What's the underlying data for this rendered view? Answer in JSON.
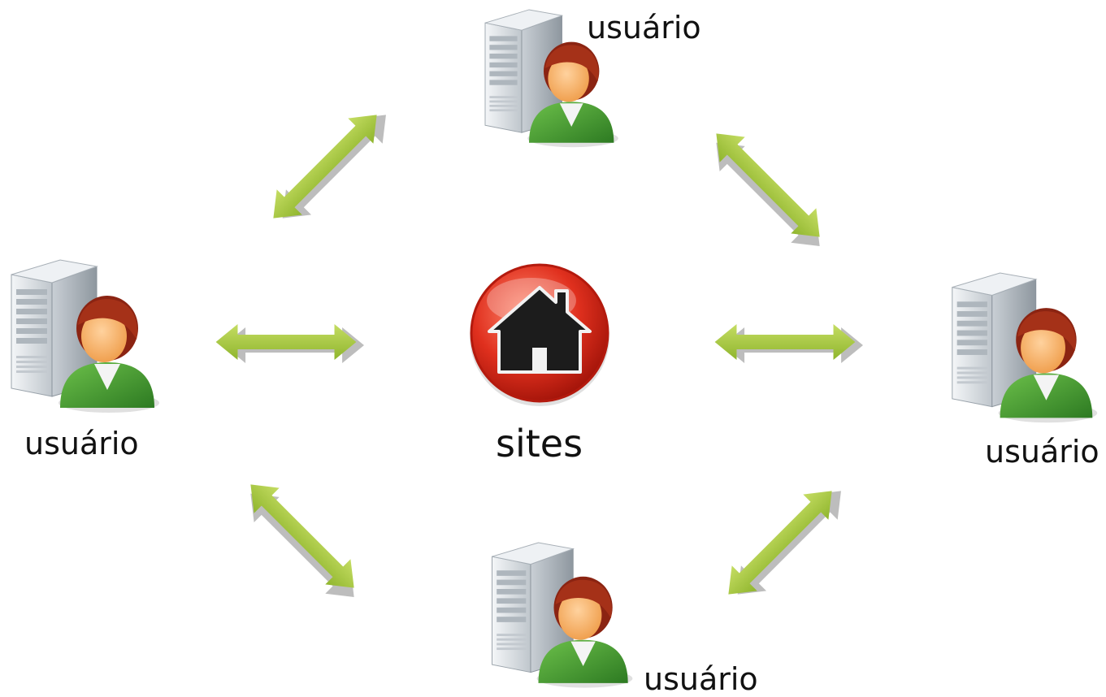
{
  "diagram": {
    "center": {
      "label": "sites",
      "icon": "home-icon"
    },
    "users": [
      {
        "id": "top",
        "label": "usuário",
        "icon": "server-user-icon"
      },
      {
        "id": "left",
        "label": "usuário",
        "icon": "server-user-icon"
      },
      {
        "id": "right",
        "label": "usuário",
        "icon": "server-user-icon"
      },
      {
        "id": "bottom",
        "label": "usuário",
        "icon": "server-user-icon"
      }
    ],
    "connections": [
      {
        "from": "left",
        "to": "top",
        "type": "bidirectional"
      },
      {
        "from": "top",
        "to": "right",
        "type": "bidirectional"
      },
      {
        "from": "left",
        "to": "center",
        "type": "bidirectional"
      },
      {
        "from": "center",
        "to": "right",
        "type": "bidirectional"
      },
      {
        "from": "left",
        "to": "bottom",
        "type": "bidirectional"
      },
      {
        "from": "bottom",
        "to": "right",
        "type": "bidirectional"
      }
    ],
    "colors": {
      "arrow": "#a4c43c",
      "arrow_shadow": "#b9b9b9",
      "home_circle": "#d8261b",
      "person_shirt": "#3f9a2f",
      "person_hair": "#8b2412",
      "server": "#d6dbe0"
    }
  }
}
